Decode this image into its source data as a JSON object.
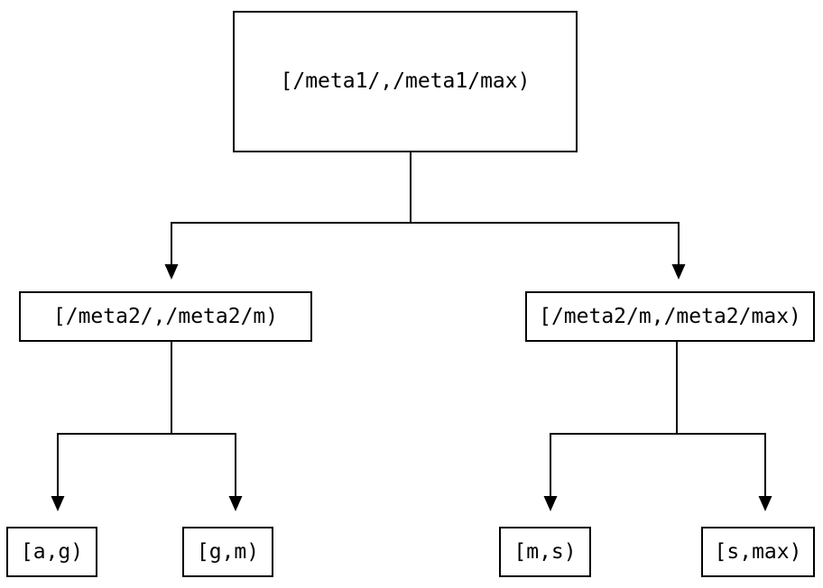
{
  "colors": {
    "background": "#ffffff",
    "line": "#000000",
    "text": "#000000"
  },
  "diagram": {
    "type": "tree",
    "nodes": {
      "root": {
        "label": "[/meta1/,/meta1/max)"
      },
      "meta2_low": {
        "label": "[/meta2/,/meta2/m)"
      },
      "meta2_high": {
        "label": "[/meta2/m,/meta2/max)"
      },
      "leaf_a_g": {
        "label": "[a,g)"
      },
      "leaf_g_m": {
        "label": "[g,m)"
      },
      "leaf_m_s": {
        "label": "[m,s)"
      },
      "leaf_s_max": {
        "label": "[s,max)"
      }
    },
    "edges": [
      {
        "from": "root",
        "to": "meta2_low"
      },
      {
        "from": "root",
        "to": "meta2_high"
      },
      {
        "from": "meta2_low",
        "to": "leaf_a_g"
      },
      {
        "from": "meta2_low",
        "to": "leaf_g_m"
      },
      {
        "from": "meta2_high",
        "to": "leaf_m_s"
      },
      {
        "from": "meta2_high",
        "to": "leaf_s_max"
      }
    ]
  }
}
